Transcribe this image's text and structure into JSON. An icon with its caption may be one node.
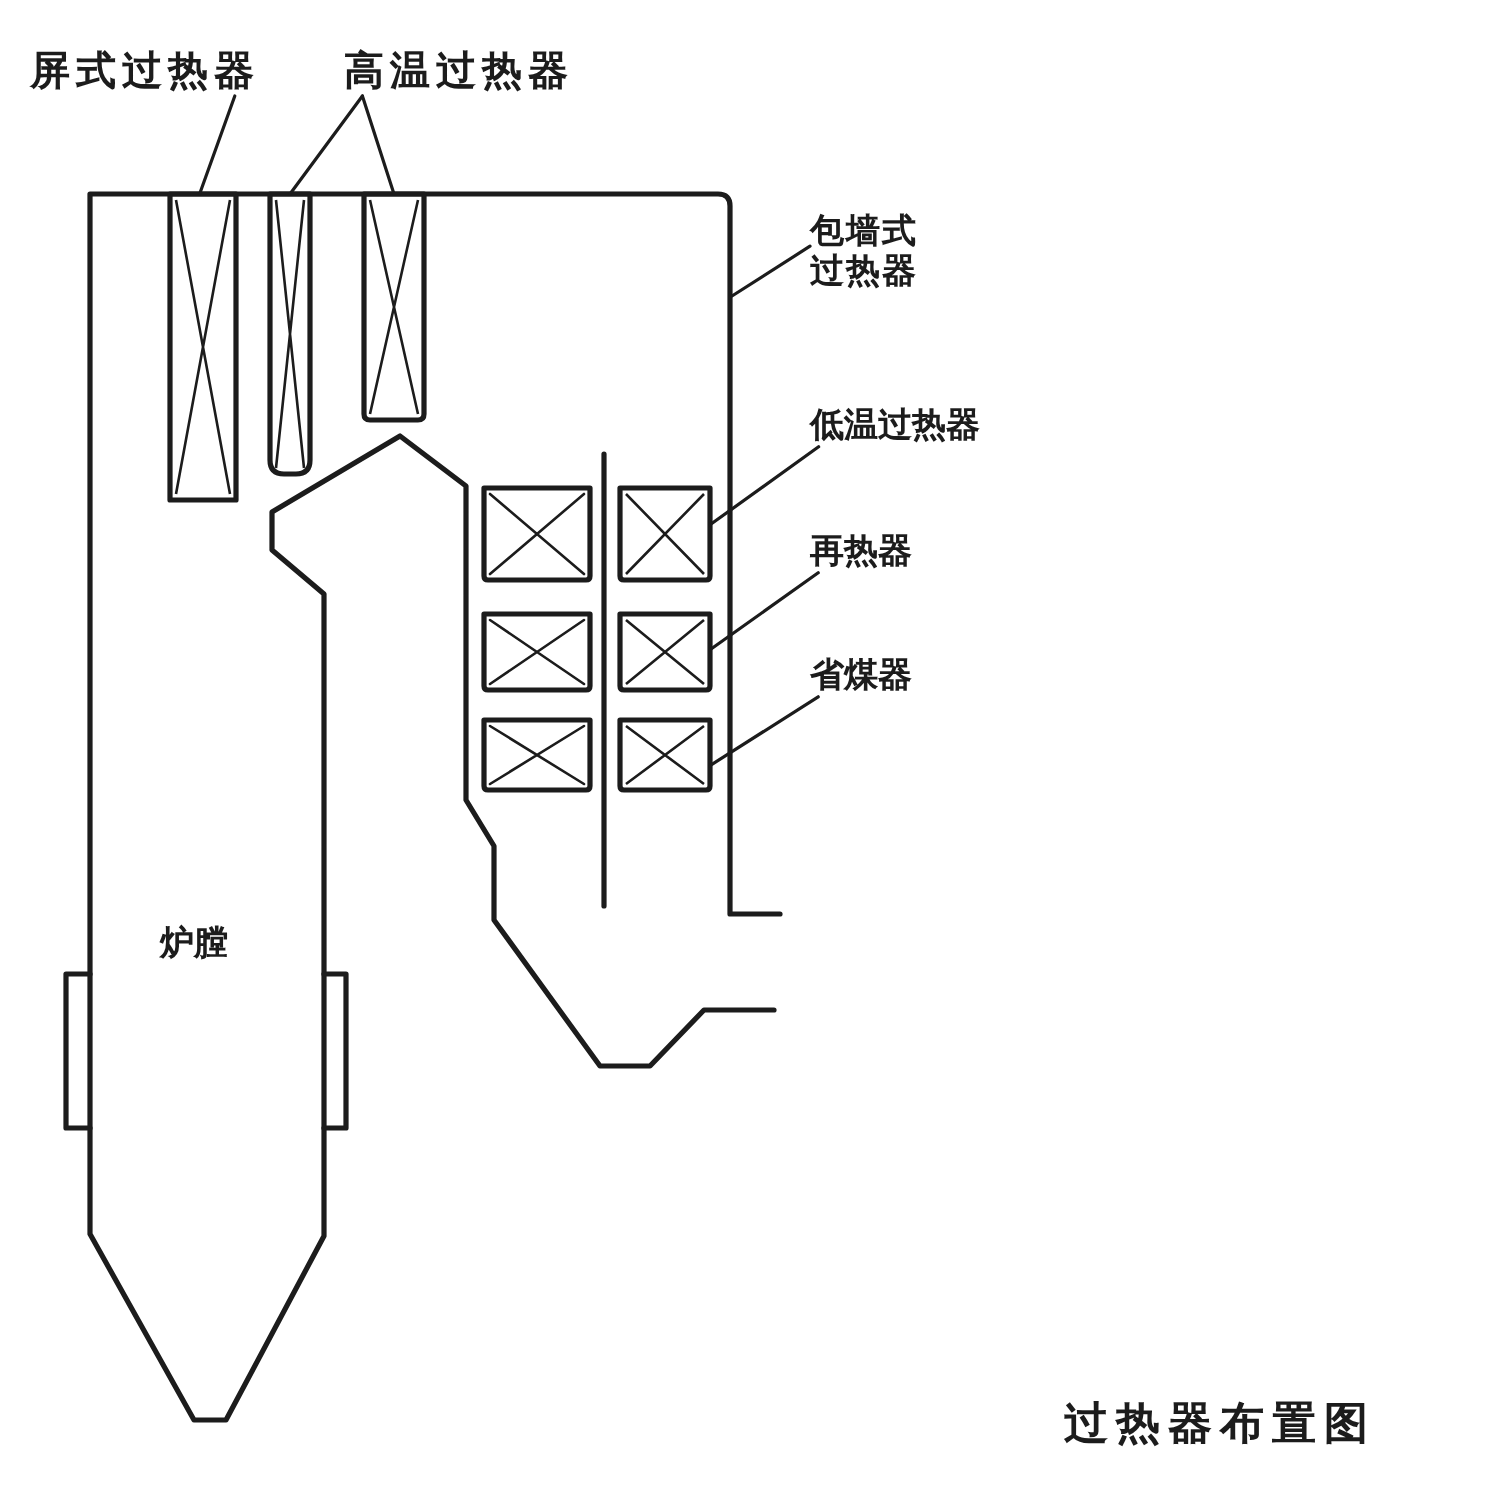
{
  "diagram": {
    "caption": "过热器布置图",
    "nodes": [
      {
        "text": [
          "屏式过热器"
        ]
      },
      {
        "text": [
          "高温过热器"
        ]
      },
      {
        "text": [
          "包墙式过热器"
        ]
      },
      {
        "text": [
          "低温过热器"
        ]
      },
      {
        "text": [
          "再热器"
        ]
      },
      {
        "text": [
          "省煤器"
        ]
      },
      {
        "text": [],
        "shape": "box"
      },
      {
        "text": [],
        "shape": "box"
      },
      {
        "text": [],
        "shape": "box"
      },
      {
        "text": [],
        "shape": "box"
      },
      {
        "text": [],
        "shape": "box"
      },
      {
        "text": [],
        "shape": "box"
      }
    ],
    "edges": [
      {
        "from": 0,
        "to": 6,
        "arrow": "none"
      },
      {
        "from": 1,
        "to": 7,
        "arrow": "none"
      },
      {
        "from": 1,
        "to": 8,
        "arrow": "none"
      },
      {
        "from": 2,
        "to": null,
        "arrow": "none"
      },
      {
        "from": 3,
        "to": 9,
        "arrow": "none"
      },
      {
        "from": 4,
        "to": 10,
        "arrow": "none"
      },
      {
        "from": 5,
        "to": 11,
        "arrow": "none"
      }
    ],
    "labels": [
      "炉膛"
    ]
  }
}
